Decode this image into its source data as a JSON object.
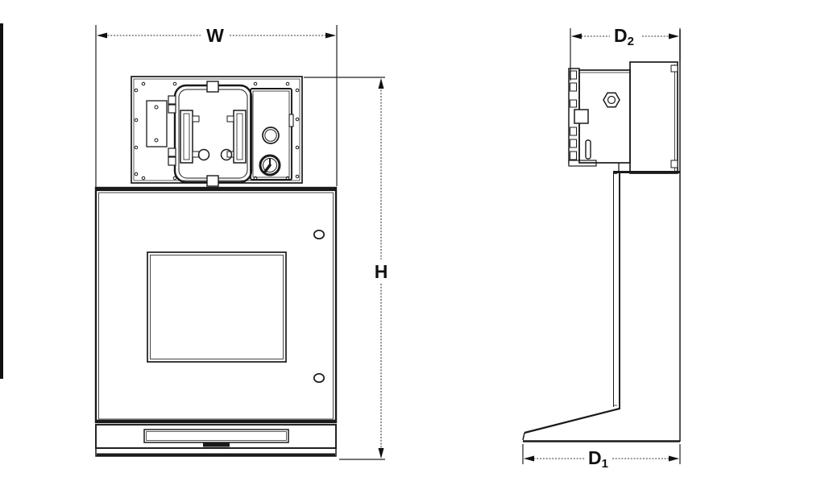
{
  "drawing": {
    "dimensions": {
      "width": {
        "label": "W"
      },
      "height": {
        "label": "H"
      },
      "top_depth": {
        "base": "D",
        "sub": "2"
      },
      "base_depth": {
        "base": "D",
        "sub": "1"
      }
    },
    "colors": {
      "line": "#1a1a1a",
      "background": "#ffffff"
    }
  }
}
